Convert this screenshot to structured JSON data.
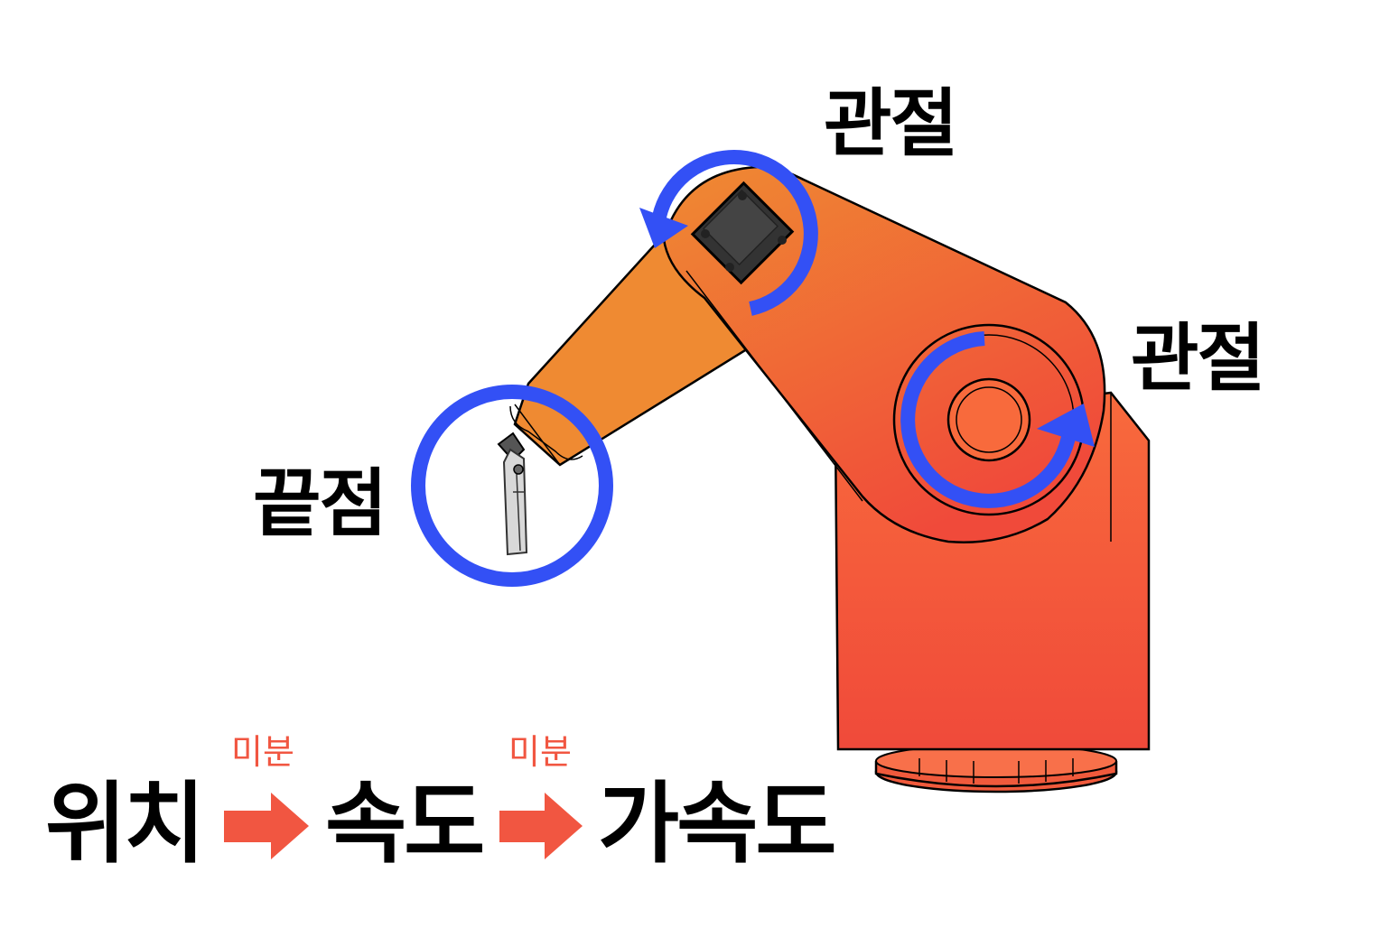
{
  "labels": {
    "joint_upper": "관절",
    "joint_lower": "관절",
    "end_point": "끝점"
  },
  "chain": {
    "position": "위치",
    "velocity": "속도",
    "acceleration": "가속도",
    "diff_1": "미분",
    "diff_2": "미분"
  },
  "colors": {
    "robot_light": "#ef8a32",
    "robot_dark": "#f04a3a",
    "rotation_marker": "#3350f5",
    "arrow": "#f15641",
    "diff_text": "#f15641",
    "gripper": "#d8d8d8"
  }
}
